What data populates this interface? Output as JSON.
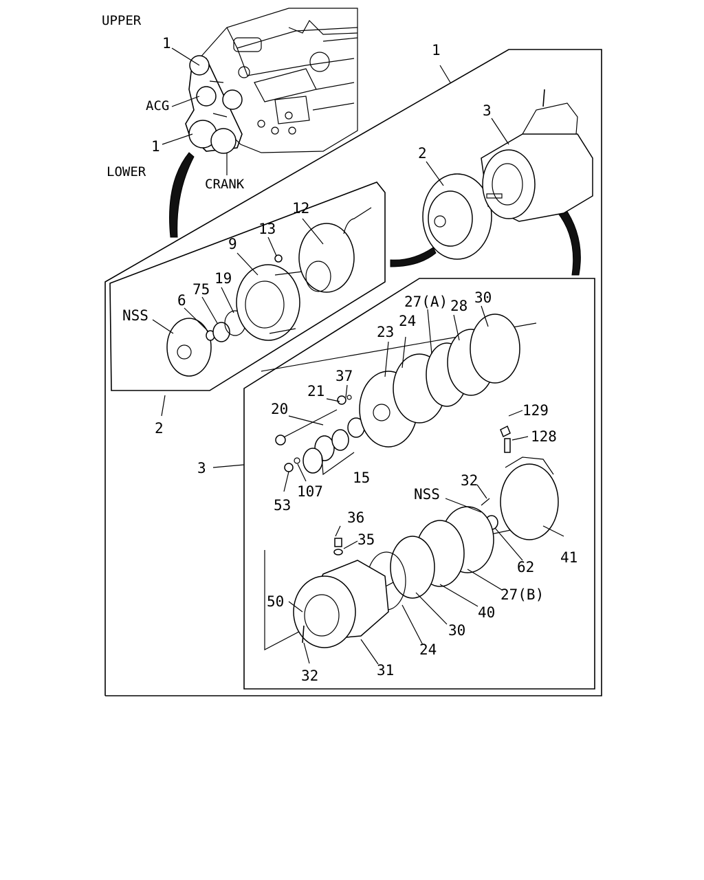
{
  "orientation": {
    "upper": "UPPER",
    "lower": "LOWER"
  },
  "engine_labels": {
    "acg": "ACG",
    "crank": "CRANK",
    "belt_upper": "1",
    "belt_lower": "1"
  },
  "callouts": {
    "assy_1": "1",
    "assy_2": "2",
    "assy_2_box": "2",
    "assy_3": "3",
    "assy_3_box": "3",
    "p12": "12",
    "p13": "13",
    "p9": "9",
    "p75": "75",
    "p19": "19",
    "p6": "6",
    "nss_clutch": "NSS",
    "p27a": "27(A)",
    "p30_top": "30",
    "p28": "28",
    "p24_top": "24",
    "p23": "23",
    "p37": "37",
    "p21": "21",
    "p20": "20",
    "p129": "129",
    "p128": "128",
    "p15": "15",
    "p53": "53",
    "p107": "107",
    "p32_top": "32",
    "nss_rear": "NSS",
    "p36": "36",
    "p35": "35",
    "p41": "41",
    "p62": "62",
    "p27b": "27(B)",
    "p50": "50",
    "p40": "40",
    "p30_bottom": "30",
    "p24_bottom": "24",
    "p31": "31",
    "p32_bottom": "32"
  }
}
